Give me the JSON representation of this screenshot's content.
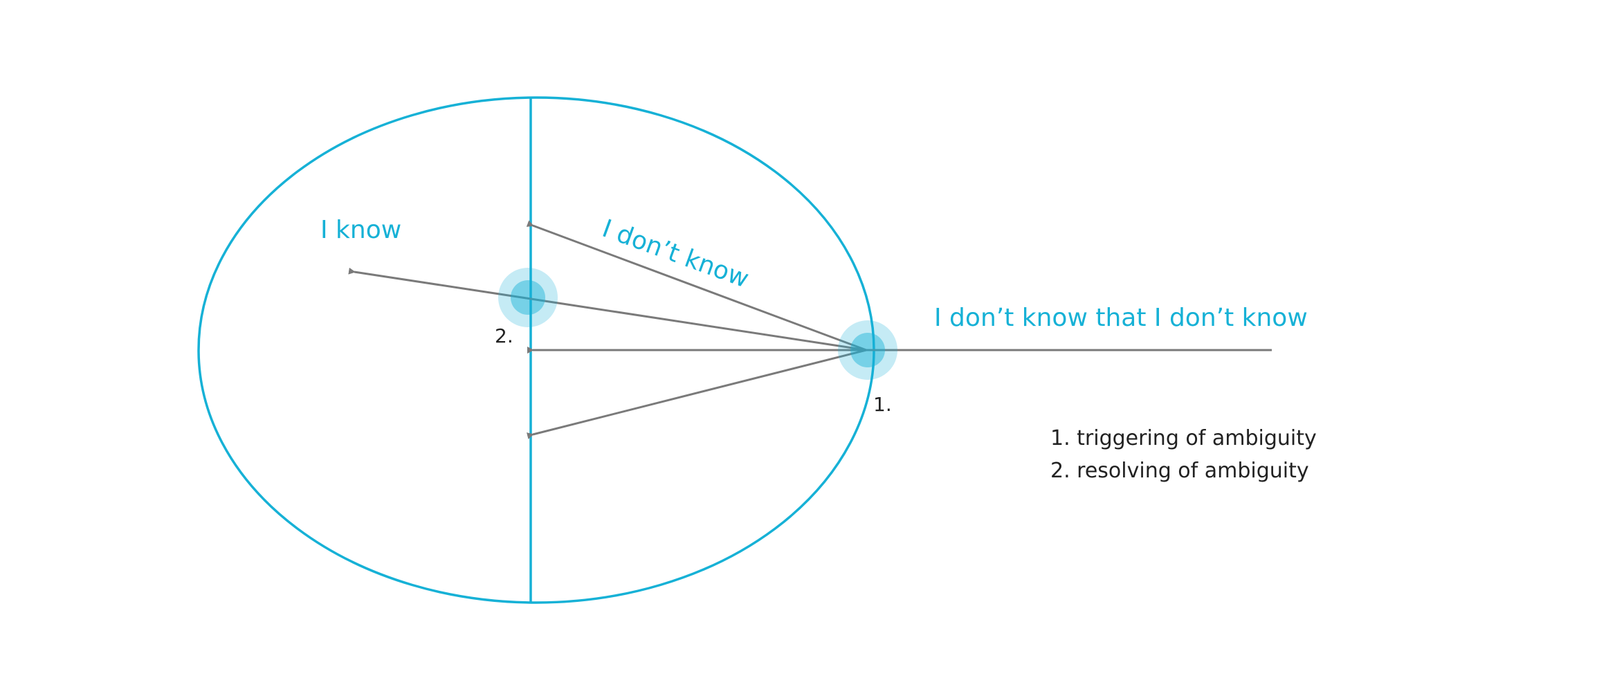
{
  "labels": {
    "known": "I know",
    "known_unknown": "I don’t know",
    "unknown_unknown": "I don’t know that I don’t know"
  },
  "markers": {
    "trigger": "1.",
    "resolve": "2."
  },
  "legend": [
    "1. triggering of ambiguity",
    "2. resolving of ambiguity"
  ],
  "colors": {
    "outline": "#16b1d6",
    "arrow": "#7a7a7a",
    "marker_outer": "#c2ebf6",
    "marker_inner": "#7fd8ee",
    "text": "#222222"
  }
}
